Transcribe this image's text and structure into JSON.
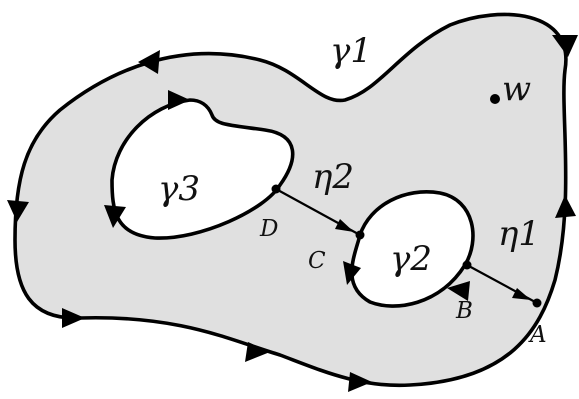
{
  "labels": {
    "gamma1": "γ1",
    "gamma2": "γ2",
    "gamma3": "γ3",
    "eta1": "η1",
    "eta2": "η2",
    "w": "w",
    "A": "A",
    "B": "B",
    "C": "C",
    "D": "D"
  },
  "colors": {
    "region_fill": "#e0e0e0",
    "stroke": "#000000",
    "hole_fill": "#ffffff"
  }
}
